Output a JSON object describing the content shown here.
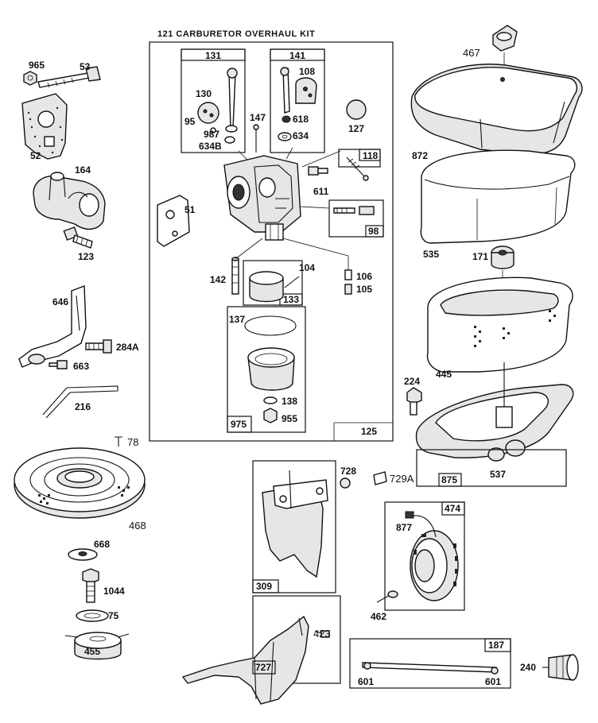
{
  "kit_title": "121 CARBURETOR OVERHAUL KIT",
  "labels": {
    "p965": "965",
    "p53": "53",
    "p52": "52",
    "p164": "164",
    "p123": "123",
    "p646": "646",
    "p284a": "284A",
    "p663": "663",
    "p216": "216",
    "p78": "78",
    "p468": "468",
    "p668": "668",
    "p1044": "1044",
    "p75": "75",
    "p455": "455",
    "p131": "131",
    "p130": "130",
    "p95": "95",
    "p987": "987",
    "p634b": "634B",
    "p141": "141",
    "p108": "108",
    "p618": "618",
    "p634": "634",
    "p147": "147",
    "p127": "127",
    "p118": "118",
    "p611": "611",
    "p51": "51",
    "p98": "98",
    "p142": "142",
    "p104": "104",
    "p133": "133",
    "p106": "106",
    "p105": "105",
    "p137": "137",
    "p138": "138",
    "p955": "955",
    "p975": "975",
    "p125": "125",
    "p467": "467",
    "p872": "872",
    "p535": "535",
    "p171": "171",
    "p445": "445",
    "p224": "224",
    "p875": "875",
    "p537": "537",
    "p728": "728",
    "p729a": "729A",
    "p309": "309",
    "p474": "474",
    "p877": "877",
    "p462": "462",
    "p423": "423",
    "p727": "727",
    "p187": "187",
    "p601a": "601",
    "p601b": "601",
    "p240": "240"
  }
}
